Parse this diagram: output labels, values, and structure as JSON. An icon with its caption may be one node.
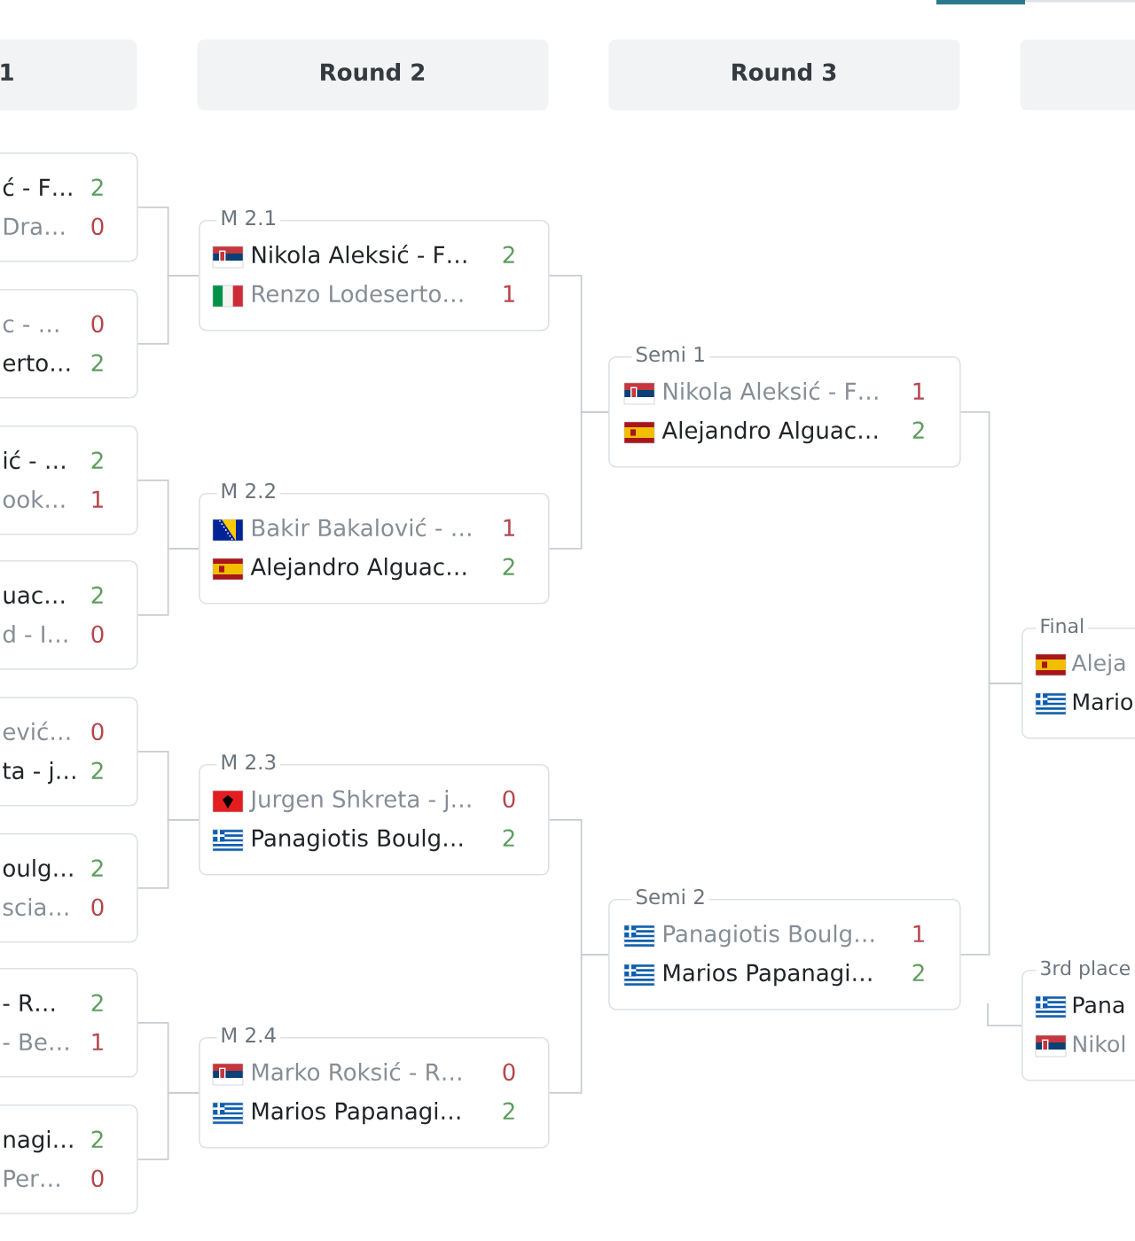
{
  "diagram": {
    "nodes": [
      {
        "text": [
          "1"
        ]
      },
      {
        "text": [
          "Round 2"
        ]
      },
      {
        "text": [
          "Round 3"
        ]
      },
      {
        "text": [],
        "shape": "box"
      },
      {
        "text": [
          "ć - F…",
          "2",
          "Dra…",
          "0"
        ]
      },
      {
        "text": [
          "c - …",
          "0",
          "erto…",
          "2"
        ]
      },
      {
        "text": [
          "ić - …",
          "2",
          "ook…",
          "1"
        ]
      },
      {
        "text": [
          "uac…",
          "2",
          "d - I…",
          "0"
        ]
      },
      {
        "text": [
          "ević…",
          "0",
          "ta - j…",
          "2"
        ]
      },
      {
        "text": [
          "oulg…",
          "2",
          "scia…",
          "0"
        ]
      },
      {
        "text": [
          "- R…",
          "2",
          "- Be…",
          "1"
        ]
      },
      {
        "text": [
          "nagi…",
          "2",
          "Per…",
          "0"
        ]
      },
      {
        "text": [
          "M 2.1",
          "Nikola Aleksić - F…",
          "2",
          "Renzo Lodeserto…",
          "1"
        ]
      },
      {
        "text": [
          "M 2.2",
          "Bakir Bakalović - …",
          "1",
          "Alejandro Alguac…",
          "2"
        ]
      },
      {
        "text": [
          "M 2.3",
          "Jurgen Shkreta - j…",
          "0",
          "Panagiotis Boulg…",
          "2"
        ]
      },
      {
        "text": [
          "M 2.4",
          "Marko Roksić - R…",
          "0",
          "Marios Papanagi…",
          "2"
        ]
      },
      {
        "text": [
          "Semi 1",
          "Nikola Aleksić - F…",
          "1",
          "Alejandro Alguac…",
          "2"
        ]
      },
      {
        "text": [
          "Semi 2",
          "Panagiotis Boulg…",
          "1",
          "Marios Papanagi…",
          "2"
        ]
      },
      {
        "text": [
          "Final",
          "Aleja",
          "Mario"
        ]
      },
      {
        "text": [
          "3rd place",
          "Pana",
          "Nikol"
        ]
      }
    ],
    "edges": [
      {
        "from": 4,
        "to": 12,
        "arrow": "none"
      },
      {
        "from": 5,
        "to": 12,
        "arrow": "none"
      },
      {
        "from": 6,
        "to": 13,
        "arrow": "none"
      },
      {
        "from": 7,
        "to": 13,
        "arrow": "none"
      },
      {
        "from": 8,
        "to": 14,
        "arrow": "none"
      },
      {
        "from": 9,
        "to": 14,
        "arrow": "none"
      },
      {
        "from": 10,
        "to": 15,
        "arrow": "none"
      },
      {
        "from": 11,
        "to": 15,
        "arrow": "none"
      },
      {
        "from": 12,
        "to": 16,
        "arrow": "none"
      },
      {
        "from": 13,
        "to": 16,
        "arrow": "none"
      },
      {
        "from": 14,
        "to": 17,
        "arrow": "none"
      },
      {
        "from": 15,
        "to": 17,
        "arrow": "none"
      },
      {
        "from": 16,
        "to": 18,
        "arrow": "none"
      },
      {
        "from": 17,
        "to": 18,
        "arrow": "none"
      },
      {
        "from": null,
        "to": 19,
        "arrow": "none"
      }
    ]
  }
}
